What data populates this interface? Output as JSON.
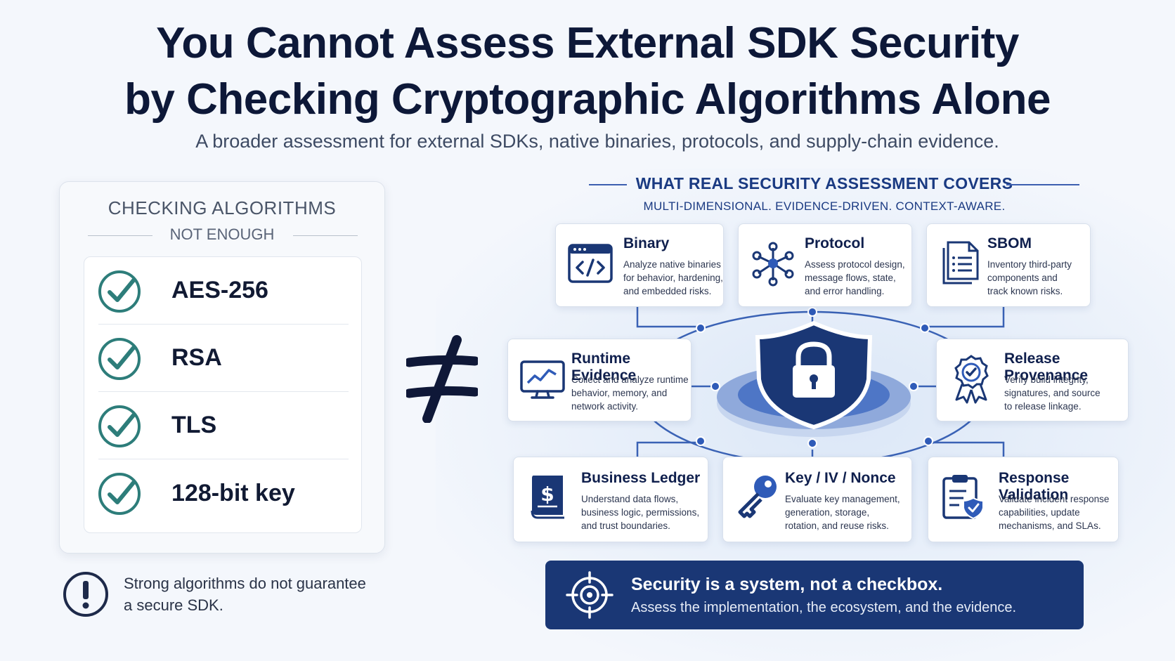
{
  "title": {
    "line1": "You Cannot Assess External SDK Security",
    "line2": "by Checking Cryptographic Algorithms Alone"
  },
  "subtitle": "A broader assessment for external SDKs, native binaries, protocols, and supply-chain evidence.",
  "left": {
    "heading": "CHECKING ALGORITHMS",
    "subheading": "NOT ENOUGH",
    "items": [
      "AES-256",
      "RSA",
      "TLS",
      "128-bit key"
    ],
    "warning": {
      "line1": "Strong algorithms do not guarantee",
      "line2": "a secure SDK."
    }
  },
  "right": {
    "heading": "WHAT REAL SECURITY ASSESSMENT COVERS",
    "subheading": "MULTI-DIMENSIONAL. EVIDENCE-DRIVEN. CONTEXT-AWARE.",
    "cards": {
      "binary": {
        "title": "Binary",
        "desc": [
          "Analyze native binaries",
          "for behavior, hardening,",
          "and embedded risks."
        ],
        "icon": "code-window-icon"
      },
      "protocol": {
        "title": "Protocol",
        "desc": [
          "Assess protocol design,",
          "message flows, state,",
          "and error handling."
        ],
        "icon": "network-nodes-icon"
      },
      "sbom": {
        "title": "SBOM",
        "desc": [
          "Inventory third-party",
          "components and",
          "track known risks."
        ],
        "icon": "document-list-icon"
      },
      "runtime": {
        "title": "Runtime Evidence",
        "desc": [
          "Collect and analyze runtime",
          "behavior, memory, and",
          "network activity."
        ],
        "icon": "monitor-chart-icon"
      },
      "release": {
        "title": "Release Provenance",
        "desc": [
          "Verify build integrity,",
          "signatures, and source",
          "to release linkage."
        ],
        "icon": "award-badge-icon"
      },
      "ledger": {
        "title": "Business Ledger",
        "desc": [
          "Understand data flows,",
          "business logic, permissions,",
          "and trust boundaries."
        ],
        "icon": "ledger-book-icon"
      },
      "key": {
        "title": "Key / IV / Nonce",
        "desc": [
          "Evaluate key management,",
          "generation, storage,",
          "rotation, and reuse risks."
        ],
        "icon": "key-icon"
      },
      "response": {
        "title": "Response Validation",
        "desc": [
          "Validate incident response",
          "capabilities, update",
          "mechanisms, and SLAs."
        ],
        "icon": "clipboard-shield-icon"
      }
    },
    "banner": {
      "line1": "Security is a system, not a checkbox.",
      "line2": "Assess the implementation, the ecosystem, and the evidence."
    }
  },
  "colors": {
    "navy": "#1a3775",
    "accent": "#2f5bb8",
    "check": "#2d7d7a",
    "title": "#0d1838"
  }
}
